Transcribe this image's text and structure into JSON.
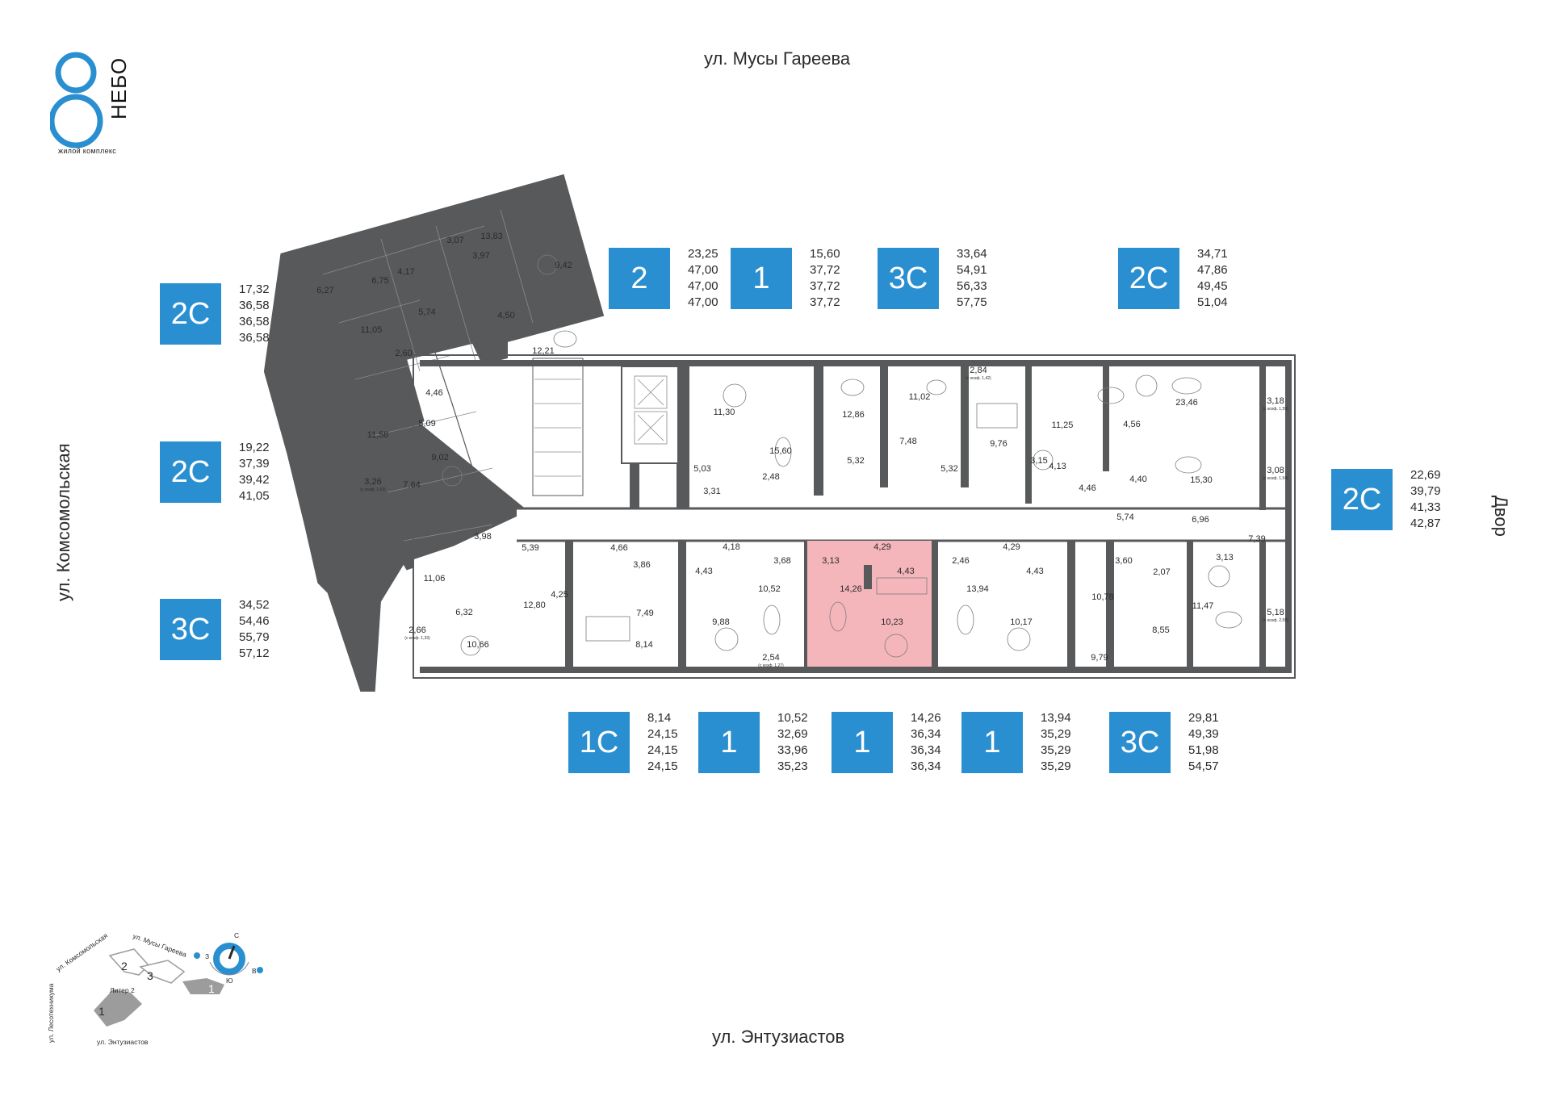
{
  "logo": {
    "number": "8",
    "name": "НЕБО",
    "subtitle": "жилой комплекс"
  },
  "streets": {
    "top": "ул. Мусы Гареева",
    "bottom": "ул. Энтузиастов",
    "left": "ул. Комсомольская",
    "right": "Двор"
  },
  "apartments_left": [
    {
      "type": "2С",
      "areas": [
        "17,32",
        "36,58",
        "36,58",
        "36,58"
      ]
    },
    {
      "type": "2С",
      "areas": [
        "19,22",
        "37,39",
        "39,42",
        "41,05"
      ]
    },
    {
      "type": "3С",
      "areas": [
        "34,52",
        "54,46",
        "55,79",
        "57,12"
      ]
    }
  ],
  "apartments_top": [
    {
      "type": "2",
      "areas": [
        "23,25",
        "47,00",
        "47,00",
        "47,00"
      ]
    },
    {
      "type": "1",
      "areas": [
        "15,60",
        "37,72",
        "37,72",
        "37,72"
      ]
    },
    {
      "type": "3С",
      "areas": [
        "33,64",
        "54,91",
        "56,33",
        "57,75"
      ]
    },
    {
      "type": "2С",
      "areas": [
        "34,71",
        "47,86",
        "49,45",
        "51,04"
      ]
    }
  ],
  "apartments_right": [
    {
      "type": "2С",
      "areas": [
        "22,69",
        "39,79",
        "41,33",
        "42,87"
      ]
    }
  ],
  "apartments_bottom": [
    {
      "type": "1С",
      "areas": [
        "8,14",
        "24,15",
        "24,15",
        "24,15"
      ]
    },
    {
      "type": "1",
      "areas": [
        "10,52",
        "32,69",
        "33,96",
        "35,23"
      ]
    },
    {
      "type": "1",
      "areas": [
        "14,26",
        "36,34",
        "36,34",
        "36,34"
      ]
    },
    {
      "type": "1",
      "areas": [
        "13,94",
        "35,29",
        "35,29",
        "35,29"
      ]
    },
    {
      "type": "3С",
      "areas": [
        "29,81",
        "49,39",
        "51,98",
        "54,57"
      ]
    }
  ],
  "rooms": [
    "13,83",
    "3,07",
    "9,42",
    "6,75",
    "4,17",
    "6,27",
    "3,97",
    "5,74",
    "4,50",
    "12,21",
    "11,05",
    "2,60",
    "4,46",
    "11,58",
    "5,09",
    "9,02",
    "3,26",
    "7,64",
    "3,98",
    "5,39",
    "11,06",
    "4,25",
    "12,80",
    "6,32",
    "2,66",
    "10,66",
    "11,30",
    "15,60",
    "12,86",
    "11,02",
    "2,84",
    "23,46",
    "3,18",
    "5,03",
    "3,31",
    "2,48",
    "5,32",
    "7,48",
    "5,32",
    "9,76",
    "3,15",
    "4,13",
    "11,25",
    "4,56",
    "4,46",
    "4,40",
    "15,30",
    "3,08",
    "5,74",
    "6,96",
    "7,39",
    "4,66",
    "3,86",
    "4,18",
    "4,43",
    "3,68",
    "3,13",
    "4,29",
    "4,43",
    "2,46",
    "4,29",
    "4,43",
    "3,60",
    "2,07",
    "10,78",
    "3,13",
    "7,49",
    "10,52",
    "14,26",
    "13,94",
    "11,47",
    "5,18",
    "8,14",
    "9,88",
    "10,23",
    "10,17",
    "8,55",
    "9,79",
    "2,54"
  ],
  "room_coef_notes": {
    "r284": "(с коэф. 1,42)",
    "r318": "(с коэф. 1,59)",
    "r308": "(с коэф. 1,54)",
    "r518": "(с коэф. 2,59)",
    "r326": "(с коэф. 1,63)",
    "r266": "(с коэф. 1,33)",
    "r254": "(с коэф. 1,27)"
  },
  "key_plan": {
    "street_top": "ул. Мусы Гареева",
    "street_left_a": "ул. Комсомольская",
    "street_left_b": "ул. Лесотехникума",
    "street_bottom": "ул. Энтузиастов",
    "section_1": "1",
    "section_2": "2",
    "section_3": "3",
    "litera": "Литер 2",
    "compass_n": "С",
    "compass_s": "Ю",
    "compass_w": "З",
    "compass_e": "В",
    "legend_section": "1"
  },
  "colors": {
    "badge": "#2a8fd0",
    "highlight": "#f4b6bb",
    "wall": "#58595b"
  }
}
